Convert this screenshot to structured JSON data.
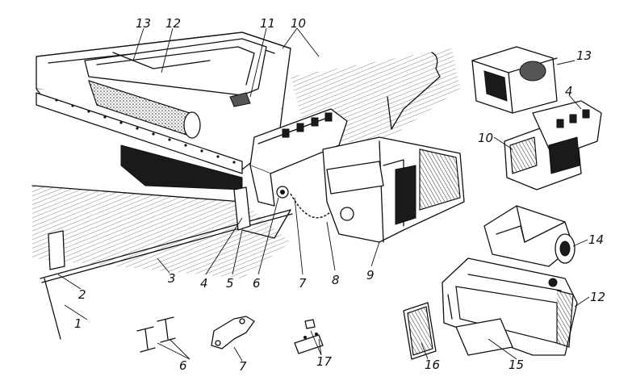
{
  "figure": {
    "callouts": [
      {
        "id": "c1",
        "text": "1"
      },
      {
        "id": "c2",
        "text": "2"
      },
      {
        "id": "c3",
        "text": "3"
      },
      {
        "id": "c4",
        "text": "4"
      },
      {
        "id": "c5",
        "text": "5"
      },
      {
        "id": "c6",
        "text": "6"
      },
      {
        "id": "c7",
        "text": "7"
      },
      {
        "id": "c8",
        "text": "8"
      },
      {
        "id": "c9",
        "text": "9"
      },
      {
        "id": "c10",
        "text": "10"
      },
      {
        "id": "c11",
        "text": "11"
      },
      {
        "id": "c12",
        "text": "12"
      },
      {
        "id": "c13",
        "text": "13"
      },
      {
        "id": "c6b",
        "text": "6"
      },
      {
        "id": "c7b",
        "text": "7"
      },
      {
        "id": "c17",
        "text": "17"
      },
      {
        "id": "c13b",
        "text": "13"
      },
      {
        "id": "c4b",
        "text": "4"
      },
      {
        "id": "c10b",
        "text": "10"
      },
      {
        "id": "c14",
        "text": "14"
      },
      {
        "id": "c12b",
        "text": "12"
      },
      {
        "id": "c16",
        "text": "16"
      },
      {
        "id": "c15",
        "text": "15"
      }
    ]
  }
}
